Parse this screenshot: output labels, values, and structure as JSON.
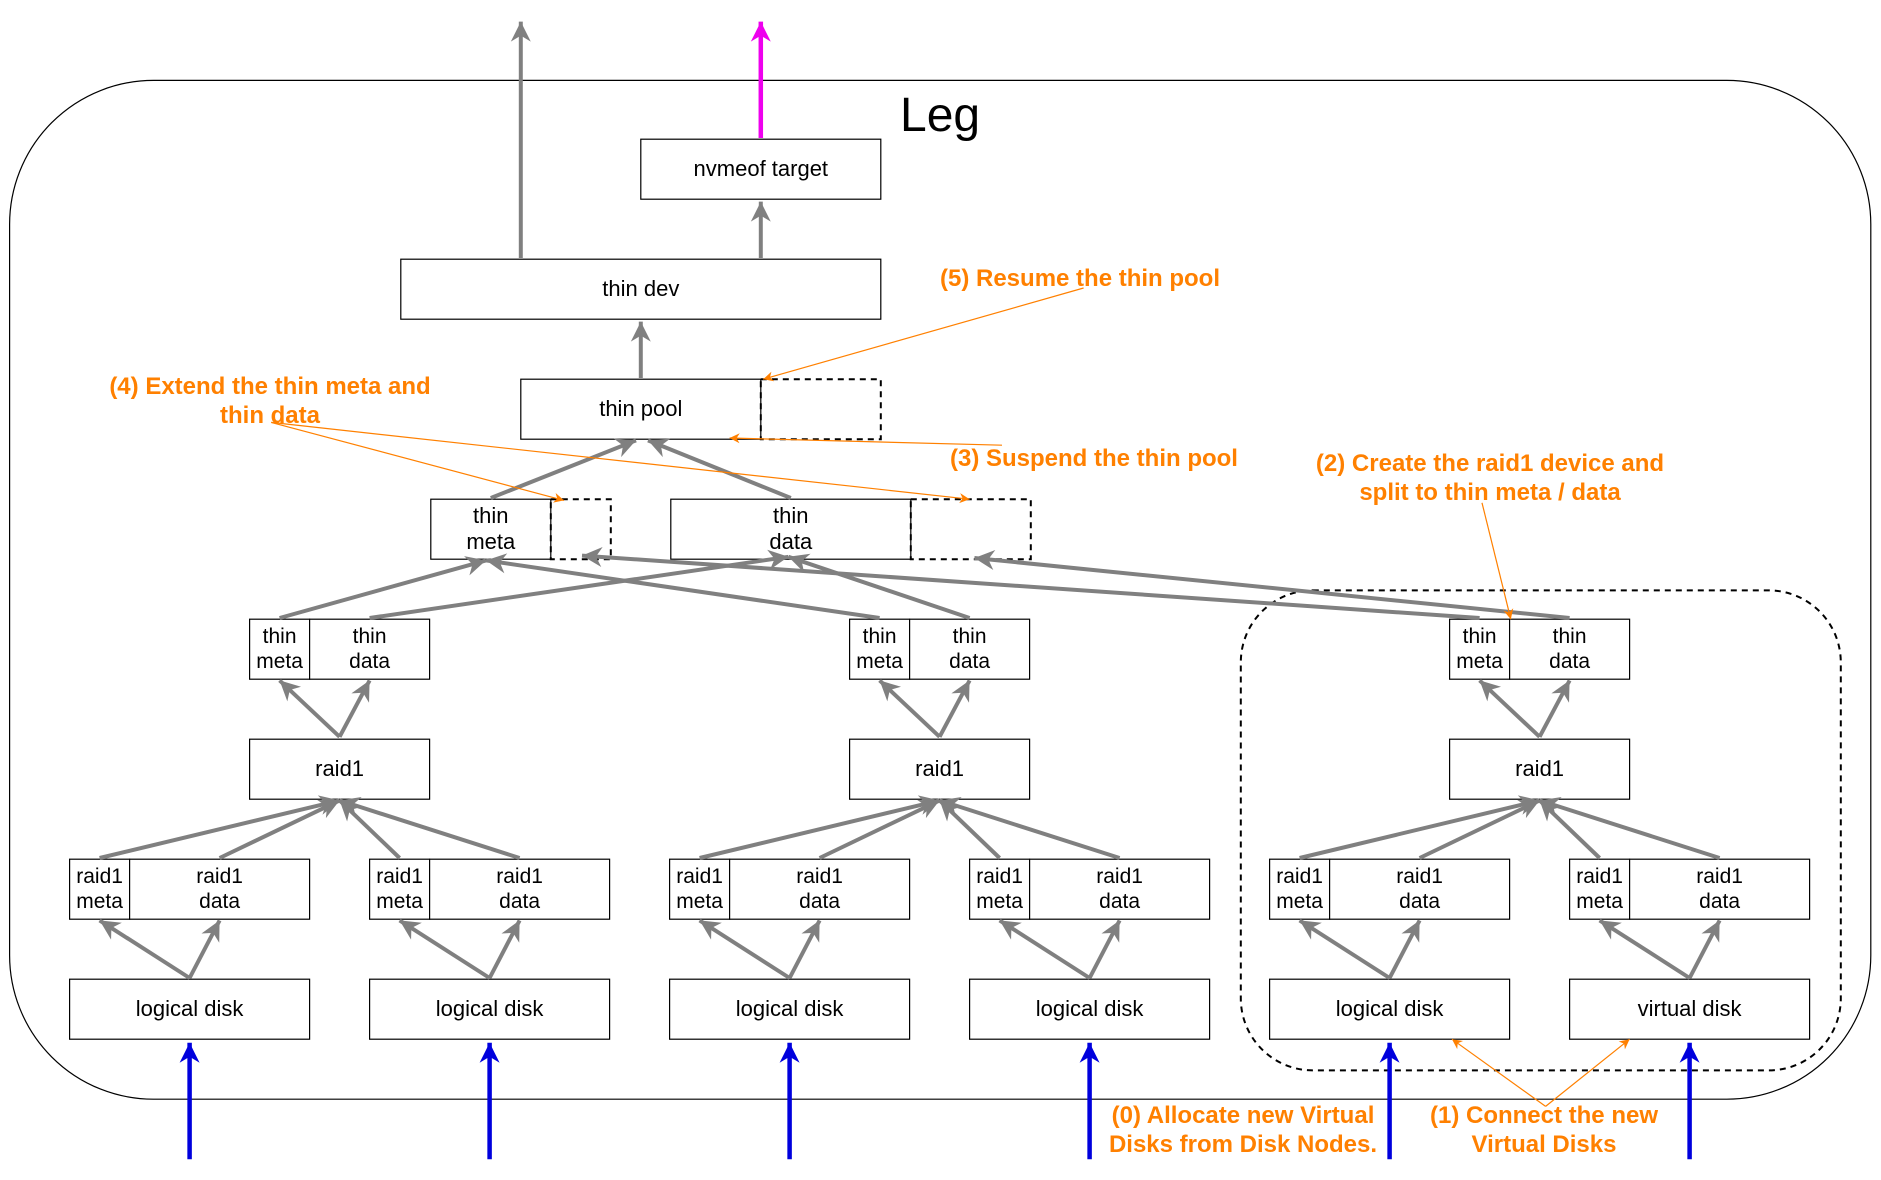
{
  "title": "Leg",
  "nodes": {
    "nvmeof_target": "nvmeof target",
    "thin_dev": "thin dev",
    "thin_pool": "thin pool",
    "thin_meta": "thin\nmeta",
    "thin_data": "thin\ndata",
    "raid1": "raid1",
    "raid1_meta": "raid1\nmeta",
    "raid1_data": "raid1\ndata",
    "logical_disk": "logical disk",
    "virtual_disk": "virtual disk"
  },
  "annotations": {
    "step0": "(0) Allocate new Virtual\nDisks from Disk Nodes.",
    "step1": "(1) Connect the new\nVirtual Disks",
    "step2": "(2) Create the raid1 device and\nsplit to thin meta / data",
    "step3": "(3) Suspend the thin pool",
    "step4": "(4) Extend the thin meta and\nthin data",
    "step5": "(5) Resume the thin pool"
  },
  "colors": {
    "arrow": "#808080",
    "input_arrow": "#0000dd",
    "output_arrow": "#ee00ee",
    "annotation": "#ff8000"
  }
}
